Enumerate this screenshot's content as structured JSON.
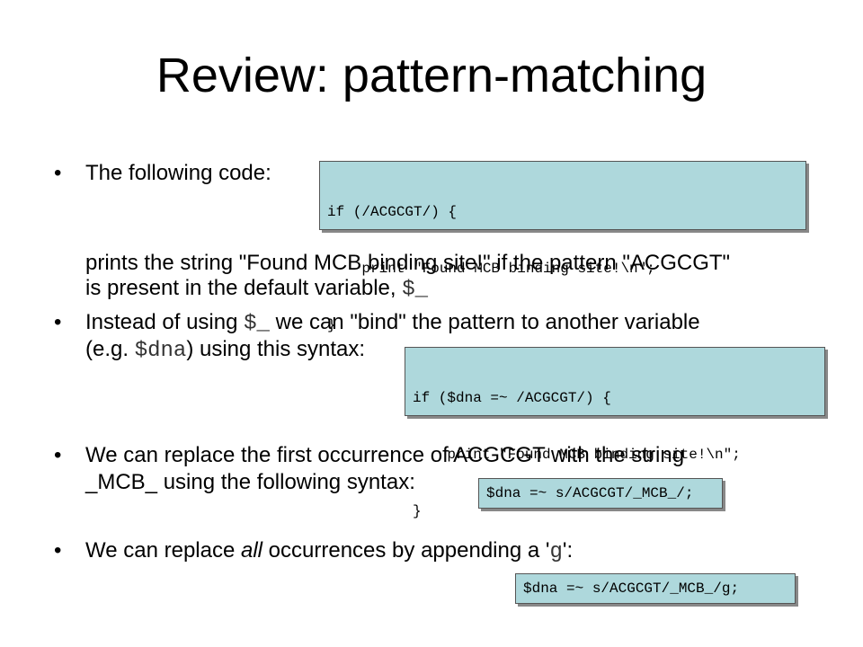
{
  "slide": {
    "title": "Review: pattern-matching",
    "bullet1": {
      "intro": "The following code:",
      "desc_line1": "prints the string \"Found MCB binding site!\" if the pattern \"ACGCGT\"",
      "desc_line2": "is present in the default variable, ",
      "desc_var": "$_"
    },
    "bullet2": {
      "line1_a": "Instead of using ",
      "line1_var": "$_",
      "line1_b": " we can \"bind\" the pattern to another variable",
      "line2_a": "(e.g. ",
      "line2_var": "$dna",
      "line2_b": ") using this syntax:"
    },
    "bullet3": {
      "line1": "We can replace the first occurrence of ACGCGT with the string",
      "line2": "_MCB_ using the following syntax:"
    },
    "bullet4": {
      "a": "We can replace ",
      "em": "all",
      "b": " occurrences by appending a '",
      "code": "g",
      "c": "':"
    },
    "code1": [
      "if (/ACGCGT/) {",
      "    print \"Found MCB binding site!\\n\";",
      "}"
    ],
    "code2": [
      "if ($dna =~ /ACGCGT/) {",
      "    print \"Found MCB binding site!\\n\";",
      "}"
    ],
    "code3": "$dna =~ s/ACGCGT/_MCB_/;",
    "code4": "$dna =~ s/ACGCGT/_MCB_/g;"
  },
  "colors": {
    "code_bg": "#aed8dc"
  }
}
